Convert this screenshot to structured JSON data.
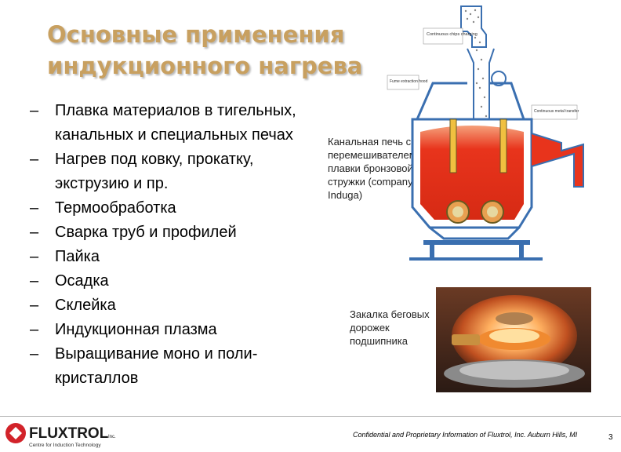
{
  "title": {
    "line1": "Основные применения",
    "line2": "индукционного нагрева"
  },
  "bullets": [
    {
      "dash": "–",
      "text": "Плавка материалов в тигельных, канальных и специальных печах"
    },
    {
      "dash": "–",
      "text": "Нагрев под ковку, прокатку, экструзию и пр."
    },
    {
      "dash": "–",
      "text": "Термообработка"
    },
    {
      "dash": "–",
      "text": "Сварка труб и профилей"
    },
    {
      "dash": "–",
      "text": "Пайка"
    },
    {
      "dash": "–",
      "text": "Осадка"
    },
    {
      "dash": "–",
      "text": "Склейка"
    },
    {
      "dash": "–",
      "text": "Индукционная плазма"
    },
    {
      "dash": "–",
      "text": "Выращивание моно и поли-кристаллов"
    }
  ],
  "furnace_figure": {
    "caption": "Канальная печь с перемешивателем для плавки бронзовой стружки (company Induga)",
    "label_top": "Continuous chips charging",
    "label_hood": "Fume extraction hood",
    "label_right": "Continuous metal transfer"
  },
  "quench_figure": {
    "caption": "Закалка беговых дорожек подшипника"
  },
  "footer": {
    "logo_text": "FLUXTROL",
    "logo_inc": "Inc.",
    "logo_tagline": "Centre for Induction Technology",
    "confidential": "Confidential and Proprietary Information of Fluxtrol, Inc. Auburn Hills, MI",
    "page_number": "3"
  },
  "colors": {
    "title": "#c8a060",
    "furnace_outline": "#3a6fb0",
    "molten_metal": "#e8341c",
    "logo_red": "#d2232a"
  }
}
